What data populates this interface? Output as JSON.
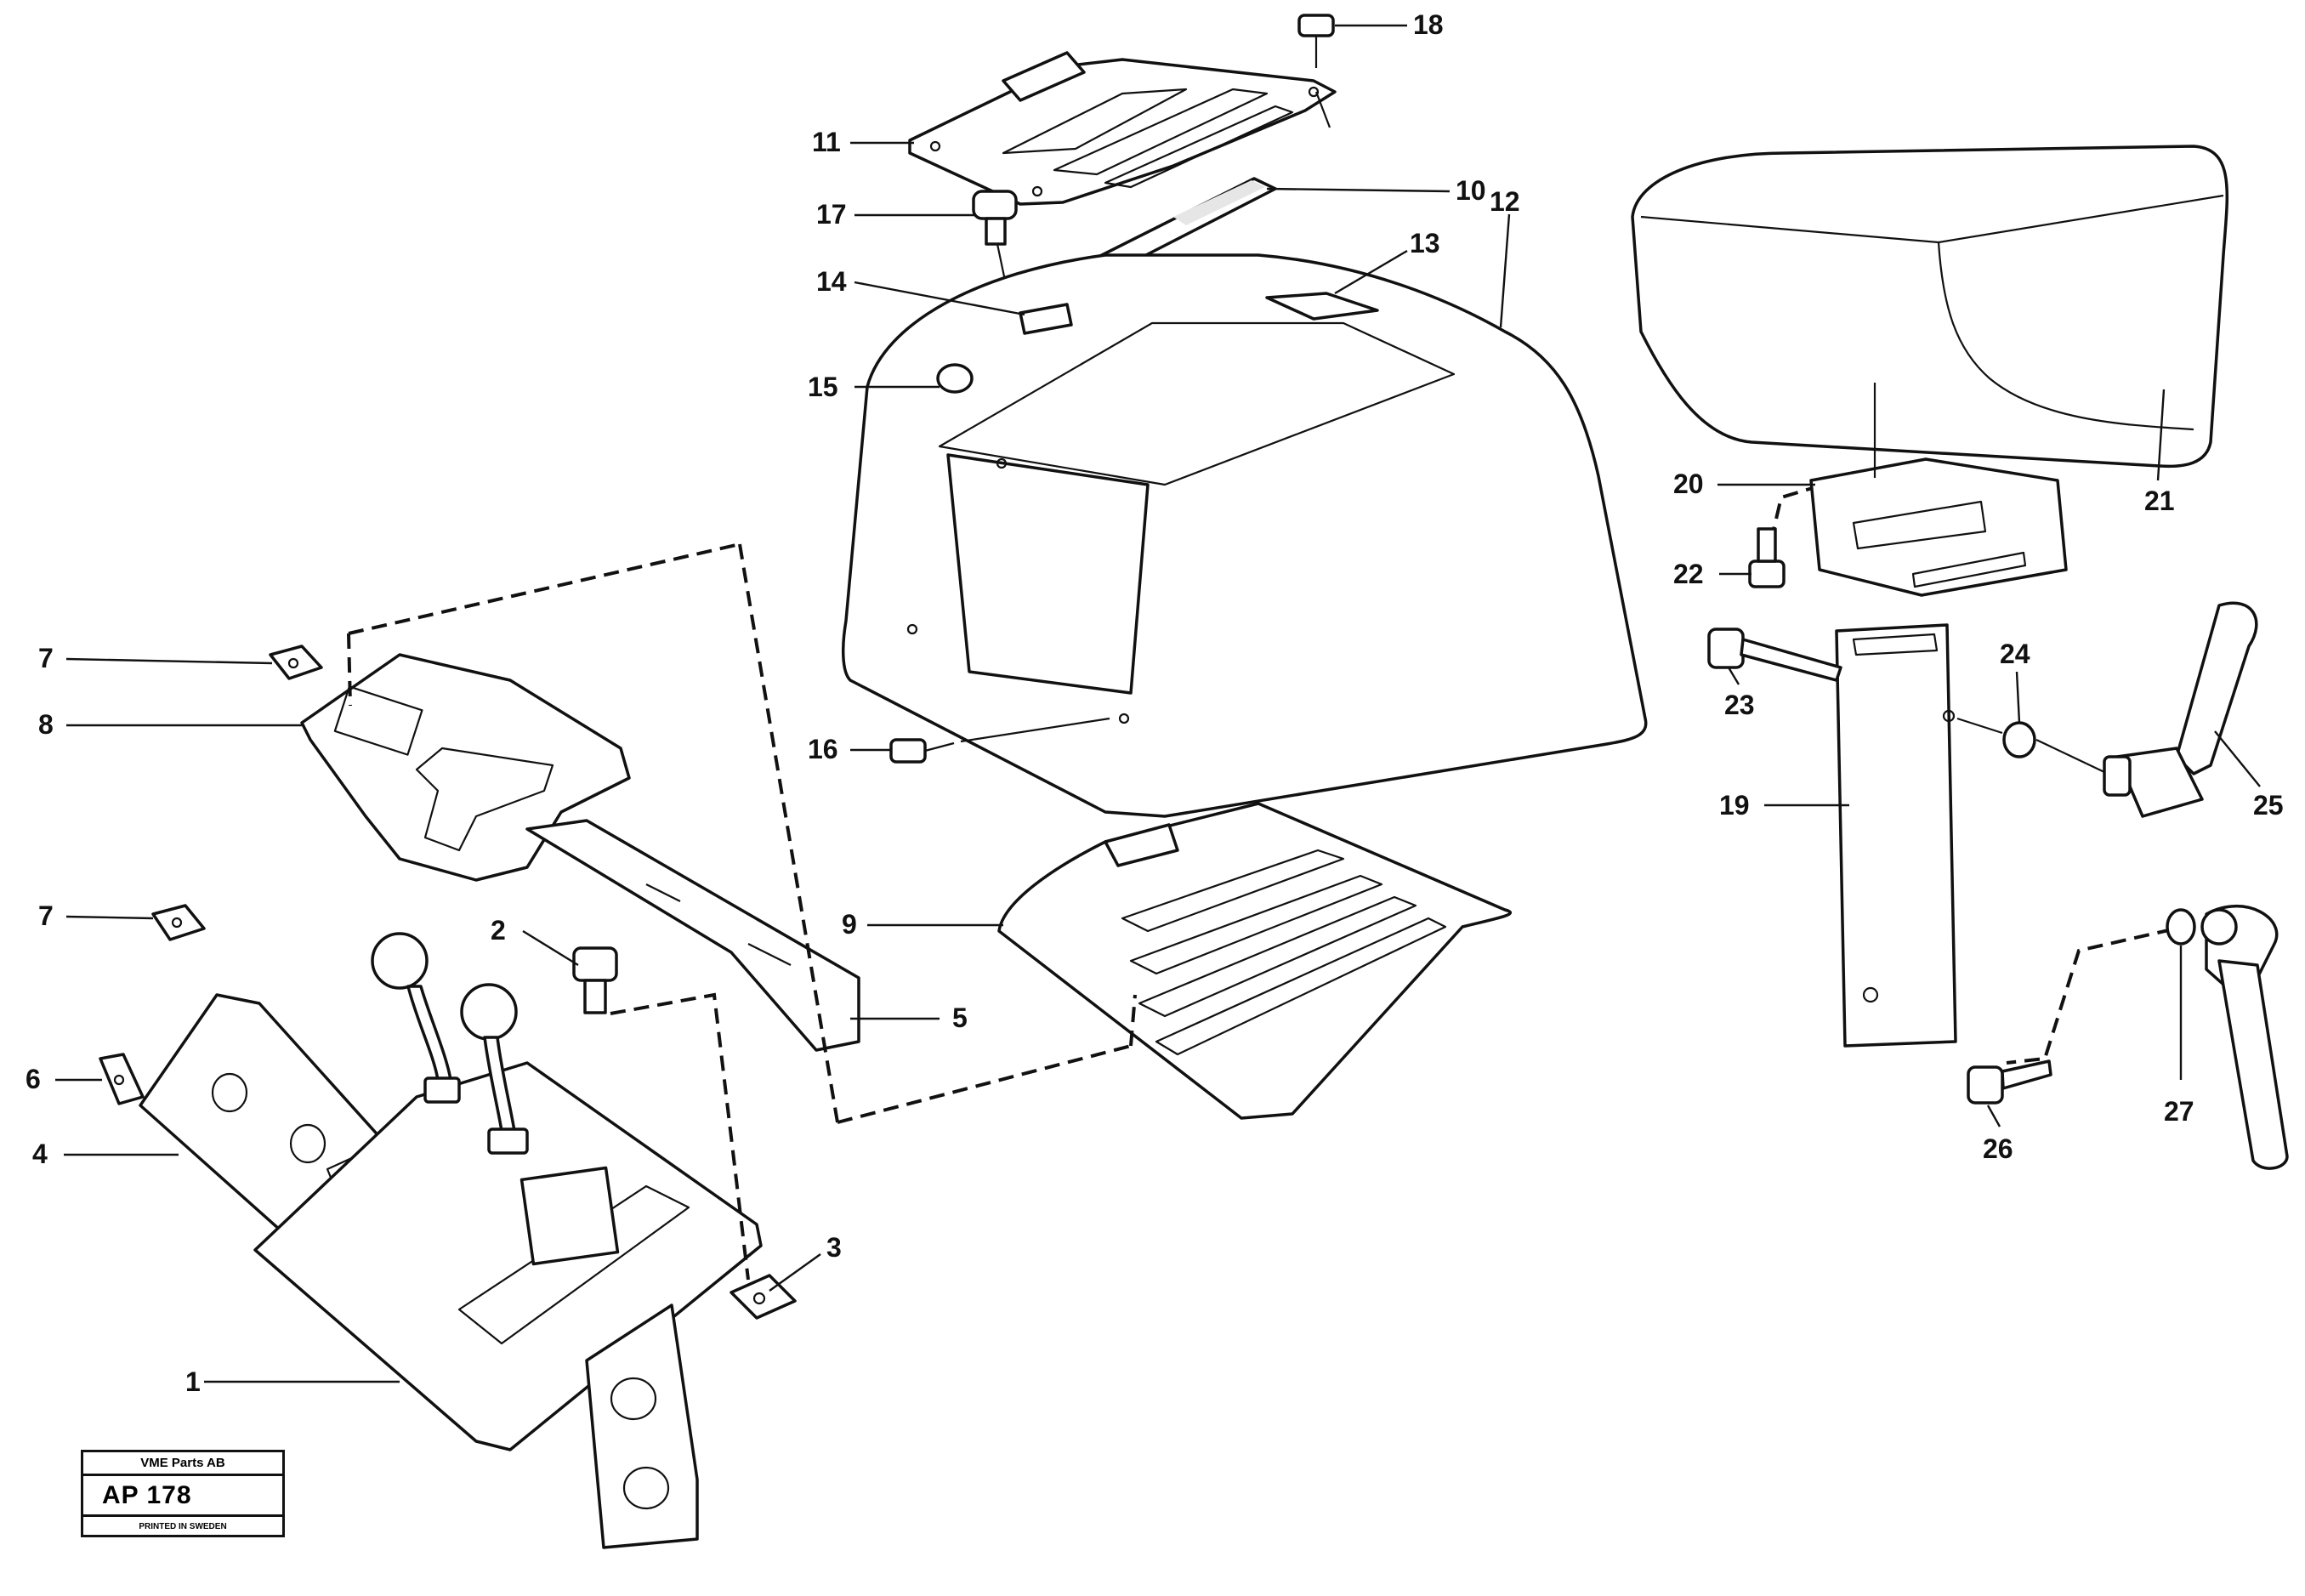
{
  "callouts": [
    "1",
    "2",
    "3",
    "4",
    "5",
    "6",
    "7",
    "7",
    "8",
    "9",
    "10",
    "11",
    "12",
    "13",
    "14",
    "15",
    "16",
    "17",
    "18",
    "19",
    "20",
    "21",
    "22",
    "23",
    "24",
    "25",
    "26",
    "27"
  ],
  "stamp": {
    "company": "VME Parts AB",
    "code": "AP 178",
    "printed": "PRINTED IN SWEDEN"
  }
}
